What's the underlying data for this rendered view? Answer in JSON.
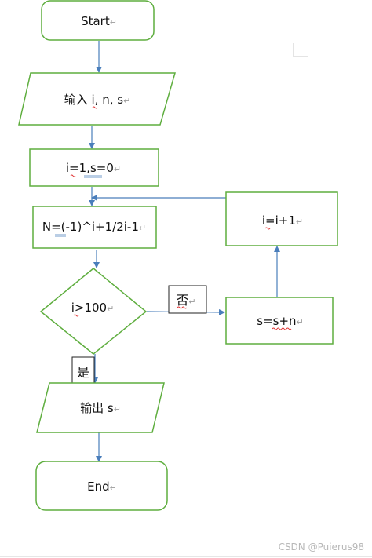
{
  "nodes": {
    "start": {
      "text": "Start",
      "mark": "↵"
    },
    "input": {
      "text": "输入 i,  n, s",
      "mark": "↵"
    },
    "init": {
      "text": "i=1,s=0",
      "mark": "↵"
    },
    "compute": {
      "text": "N=(-1)^i+1/2i-1",
      "mark": "↵"
    },
    "decision": {
      "text": "i>100",
      "mark": "↵"
    },
    "increment": {
      "text": "i=i+1",
      "mark": "↵"
    },
    "accumulate": {
      "text": "s=s+n",
      "mark": "↵"
    },
    "output": {
      "text": "输出 s",
      "mark": "↵"
    },
    "end": {
      "text": "End",
      "mark": "↵"
    }
  },
  "branch_labels": {
    "no": {
      "text": "否",
      "mark": "↵"
    },
    "yes": {
      "text": "是"
    }
  },
  "watermark": "CSDN @Puierus98",
  "colors": {
    "shape_stroke": "#5fae3f",
    "arrow": "#4a7ebb",
    "text": "#111111",
    "squiggle": "#e03030"
  }
}
